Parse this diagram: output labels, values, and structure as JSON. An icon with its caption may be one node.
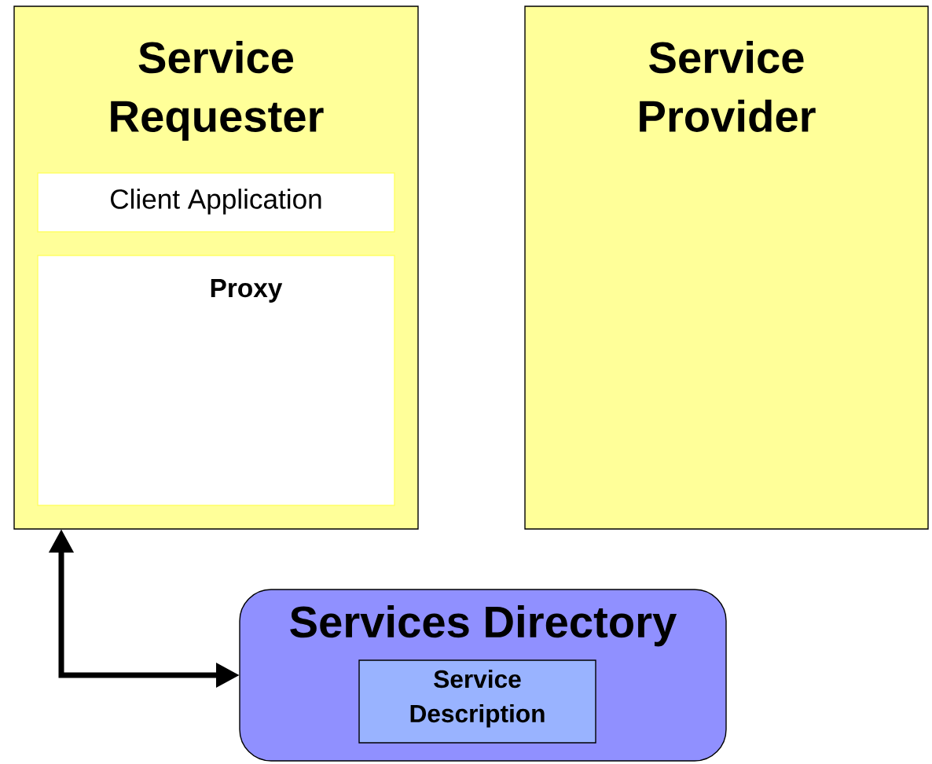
{
  "diagram": {
    "nodes": [
      {
        "text": [
          "Service Requester"
        ]
      },
      {
        "text": [
          "Client Application"
        ],
        "in": 0
      },
      {
        "text": [
          "Proxy"
        ],
        "in": 0
      },
      {
        "text": [
          "Service Provider"
        ]
      },
      {
        "text": [
          "Services Directory"
        ]
      },
      {
        "text": [
          "Service Description"
        ],
        "in": 4
      }
    ],
    "edges": [
      {
        "from": 0,
        "to": 4,
        "arrow": "both"
      }
    ]
  }
}
